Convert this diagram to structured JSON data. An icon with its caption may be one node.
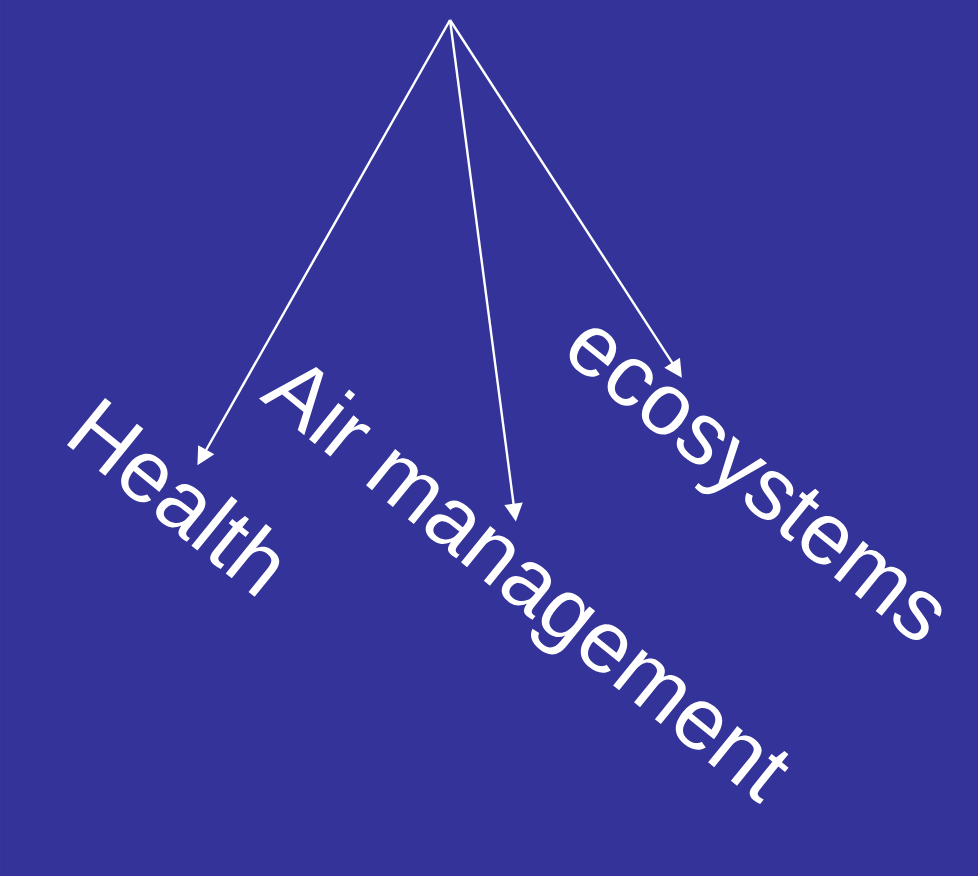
{
  "diagram": {
    "nodes": [
      {
        "text": [
          "Health"
        ]
      },
      {
        "text": [
          "Air management"
        ]
      },
      {
        "text": [
          "ecosystems"
        ]
      }
    ],
    "edges": [
      {
        "from": null,
        "to": 0,
        "arrow": "to"
      },
      {
        "from": null,
        "to": 1,
        "arrow": "to"
      },
      {
        "from": null,
        "to": 2,
        "arrow": "to"
      }
    ]
  }
}
